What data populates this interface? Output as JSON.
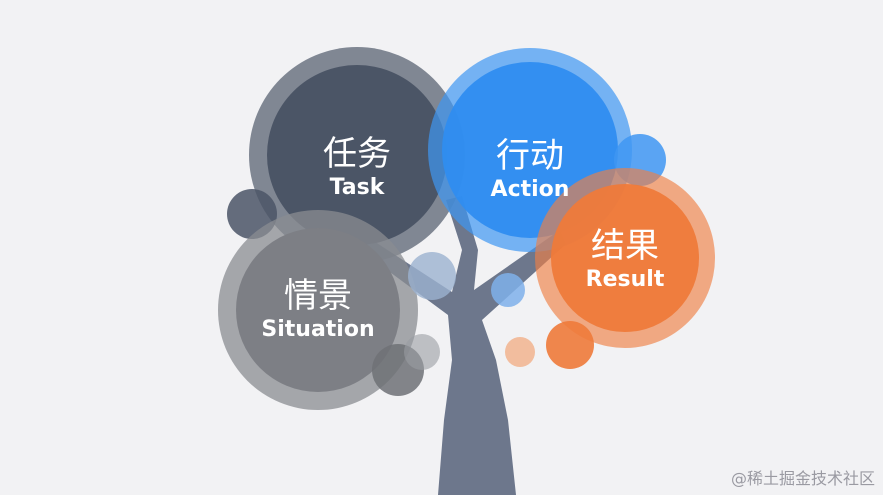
{
  "diagram": {
    "nodes": [
      {
        "id": "task",
        "cn": "任务",
        "en": "Task",
        "color": "#4b5566"
      },
      {
        "id": "action",
        "cn": "行动",
        "en": "Action",
        "color": "#2f8df0"
      },
      {
        "id": "result",
        "cn": "结果",
        "en": "Result",
        "color": "#ee7a3a"
      },
      {
        "id": "situation",
        "cn": "情景",
        "en": "Situation",
        "color": "#7d7f85"
      }
    ],
    "trunk_color": "#6d778c"
  },
  "watermark": "@稀土掘金技术社区"
}
